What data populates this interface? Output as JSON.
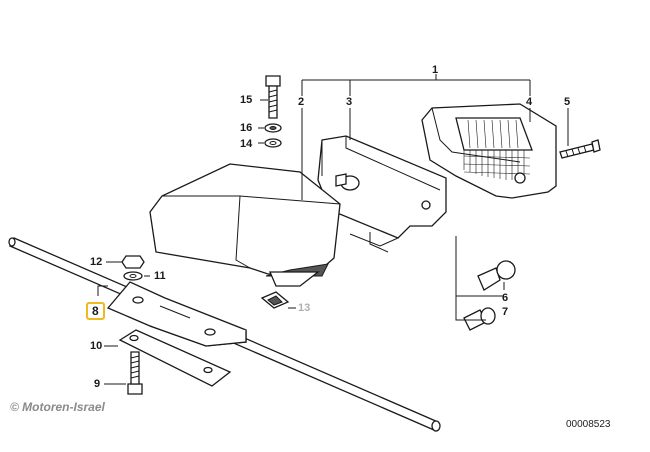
{
  "callouts": [
    {
      "id": "1",
      "text": "1"
    },
    {
      "id": "2",
      "text": "2"
    },
    {
      "id": "3",
      "text": "3"
    },
    {
      "id": "4",
      "text": "4"
    },
    {
      "id": "5",
      "text": "5"
    },
    {
      "id": "6",
      "text": "6"
    },
    {
      "id": "7",
      "text": "7"
    },
    {
      "id": "8",
      "text": "8"
    },
    {
      "id": "9",
      "text": "9"
    },
    {
      "id": "10",
      "text": "10"
    },
    {
      "id": "11",
      "text": "11"
    },
    {
      "id": "12",
      "text": "12"
    },
    {
      "id": "13",
      "text": "13"
    },
    {
      "id": "14",
      "text": "14"
    },
    {
      "id": "15",
      "text": "15"
    },
    {
      "id": "16",
      "text": "16"
    }
  ],
  "selected_callout": "8",
  "watermark": "© Motoren-Israel",
  "reference_code": "00008523",
  "colors": {
    "highlight": "#f3b81f",
    "line": "#1a1a1a",
    "watermark": "#8a8a8a",
    "inactive_callout": "#b0b0b0"
  }
}
